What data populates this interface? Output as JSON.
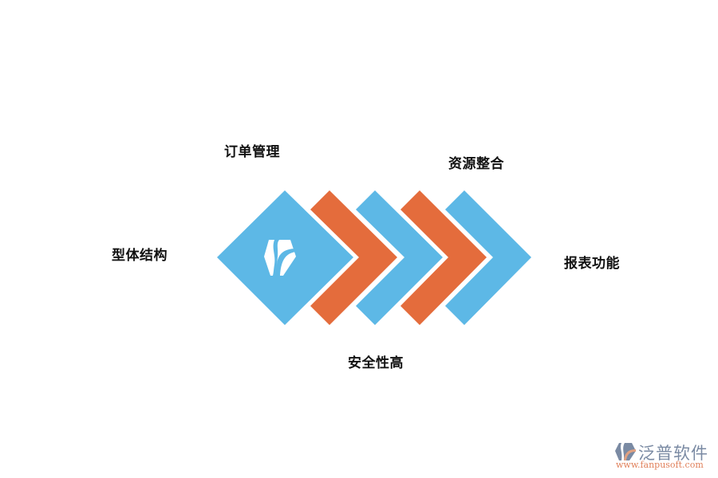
{
  "diagram": {
    "type": "chevron-process",
    "colors": {
      "blue": "#5DB8E6",
      "orange": "#E46C3C",
      "text": "#111111"
    },
    "center_icon": "fanpu-logo-icon",
    "labels": {
      "top_left": "订单管理",
      "top_right": "资源整合",
      "left": "型体结构",
      "right": "报表功能",
      "bottom": "安全性高"
    },
    "shapes": [
      {
        "kind": "diamond",
        "color": "blue"
      },
      {
        "kind": "chevron",
        "color": "orange"
      },
      {
        "kind": "chevron",
        "color": "blue"
      },
      {
        "kind": "chevron",
        "color": "orange"
      },
      {
        "kind": "chevron",
        "color": "blue"
      }
    ]
  },
  "watermark": {
    "name": "泛普软件",
    "url": "www.fanpusoft.com"
  }
}
